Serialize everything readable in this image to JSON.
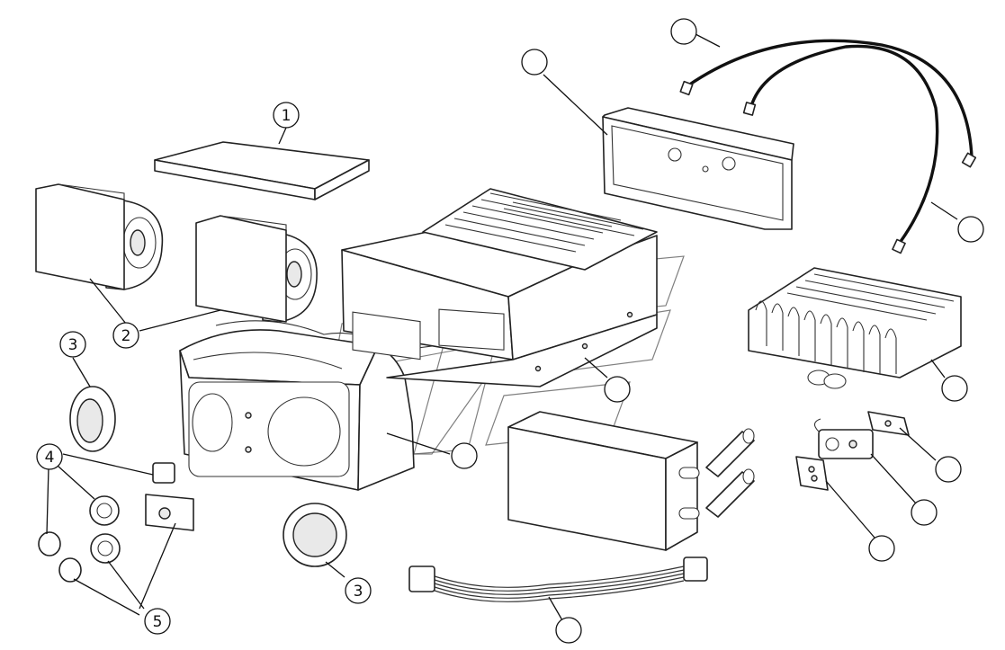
{
  "callouts": [
    {
      "id": "c-top-filter",
      "label": "1"
    },
    {
      "id": "c-blower-left",
      "label": "2"
    },
    {
      "id": "c-grommet-left",
      "label": "3"
    },
    {
      "id": "c-grommet-bottom",
      "label": "3"
    },
    {
      "id": "c-knob-left",
      "label": "4"
    },
    {
      "id": "c-knob-lower",
      "label": "5"
    },
    {
      "id": "c-cable-top",
      "label": ""
    },
    {
      "id": "c-cover",
      "label": ""
    },
    {
      "id": "c-cable-right",
      "label": ""
    },
    {
      "id": "c-housing",
      "label": ""
    },
    {
      "id": "c-duct",
      "label": ""
    },
    {
      "id": "c-evaporator",
      "label": ""
    },
    {
      "id": "c-bracket-a",
      "label": ""
    },
    {
      "id": "c-bracket-b",
      "label": ""
    },
    {
      "id": "c-valve",
      "label": ""
    },
    {
      "id": "c-harness",
      "label": ""
    }
  ]
}
